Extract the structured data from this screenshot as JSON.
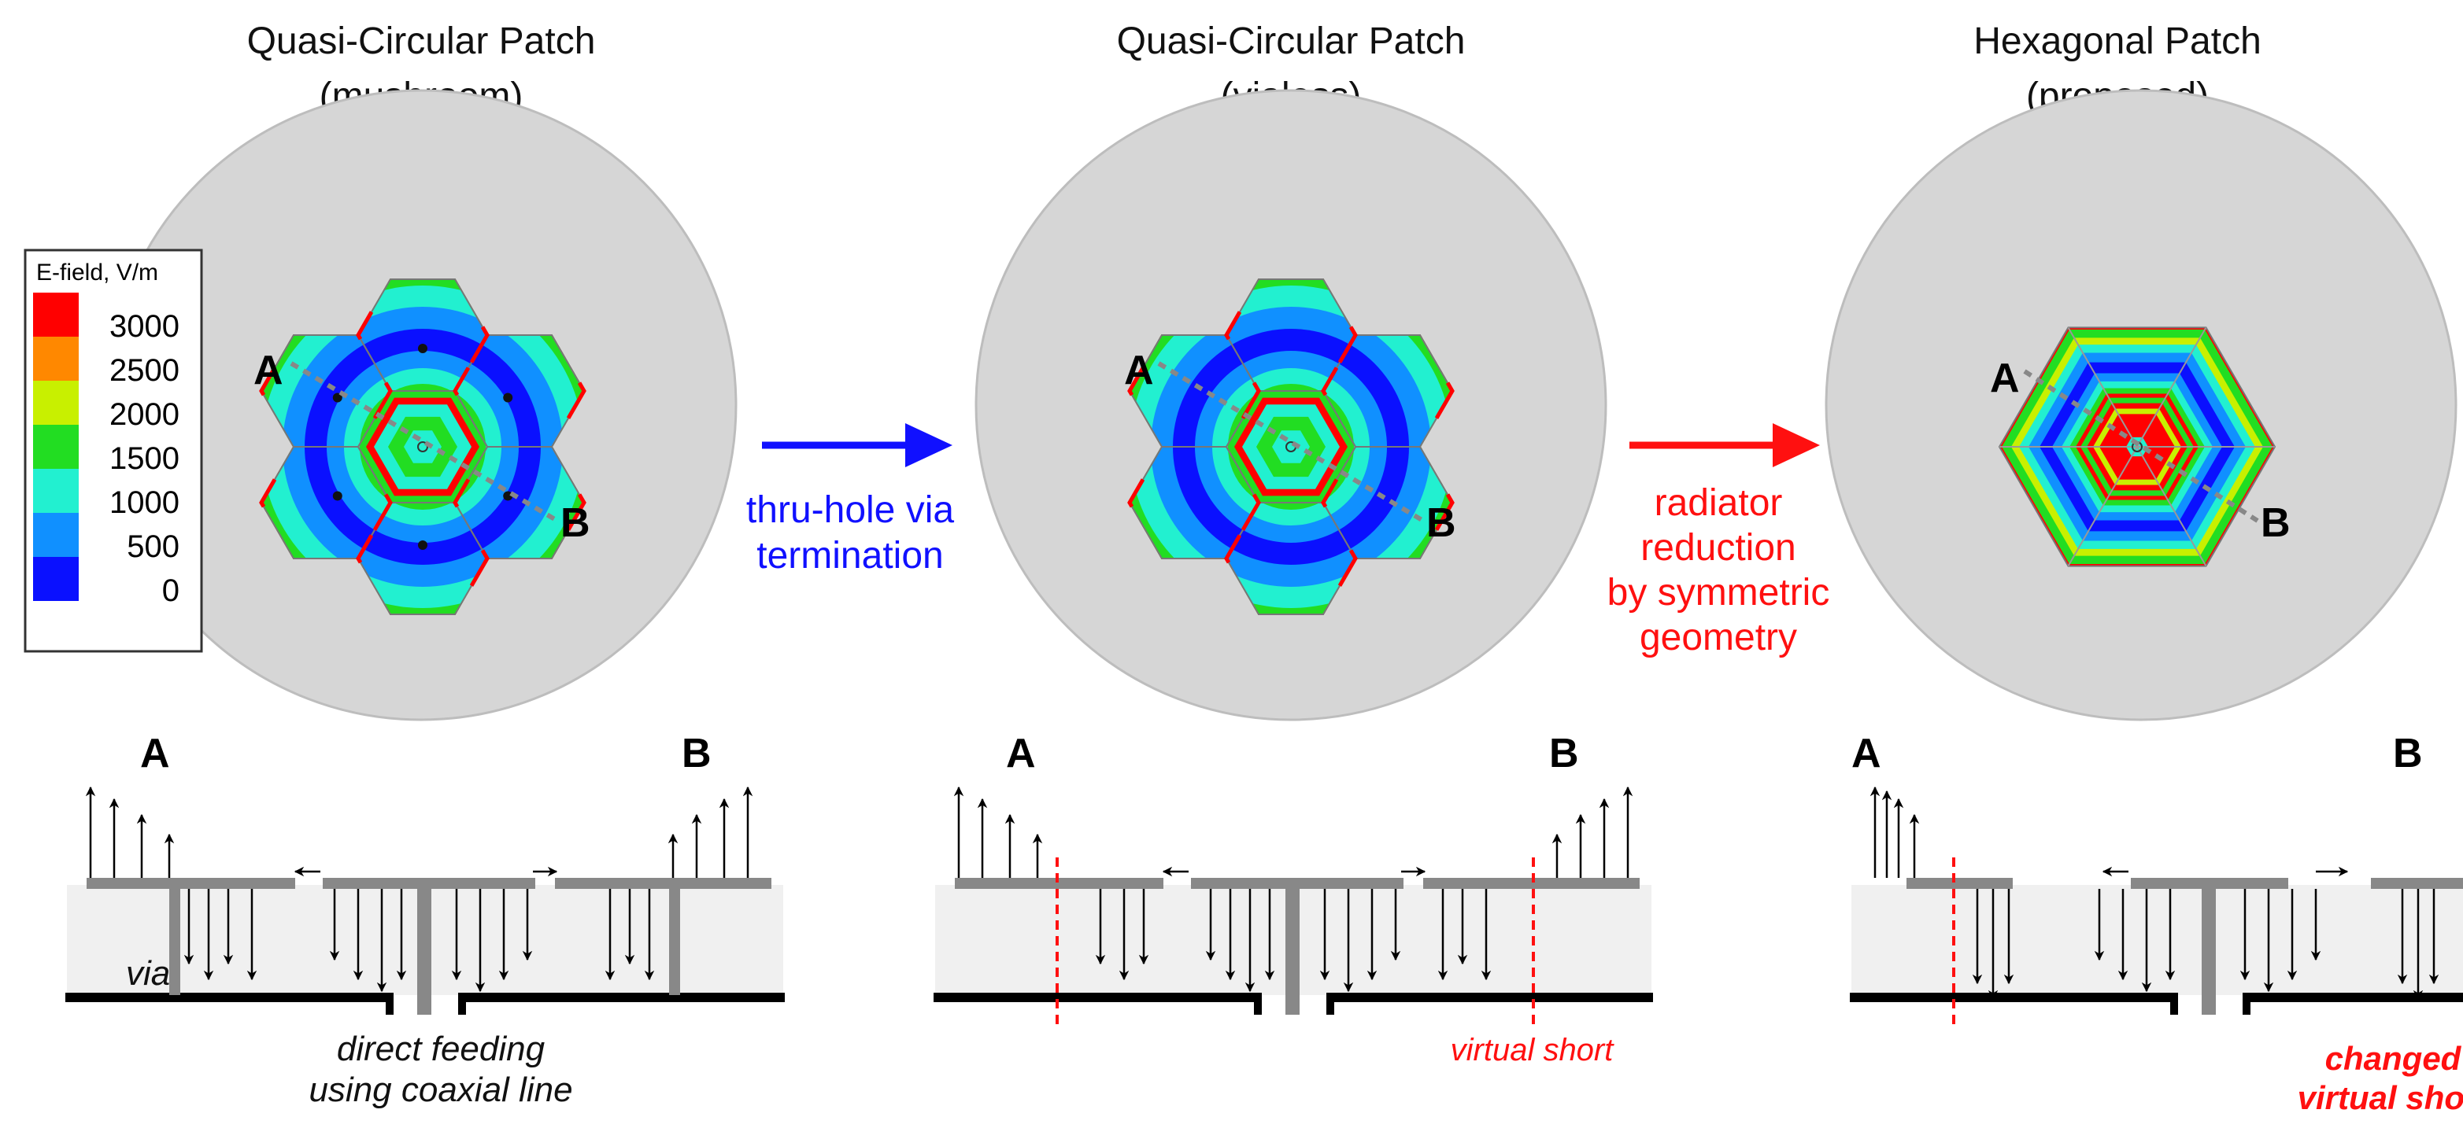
{
  "panels": [
    {
      "title_line1": "Quasi-Circular Patch",
      "title_line2": "(mushroom)",
      "shape": "mushroom"
    },
    {
      "title_line1": "Quasi-Circular Patch",
      "title_line2": "(vialess)",
      "shape": "vialess"
    },
    {
      "title_line1": "Hexagonal Patch",
      "title_line2": "(proposed)",
      "shape": "hexagonal"
    }
  ],
  "labels": {
    "a": "A",
    "b": "B",
    "via": "via"
  },
  "arrows": [
    {
      "line1": "thru-hole via",
      "line2": "termination",
      "color": "#1010ff"
    },
    {
      "line1": "radiator",
      "line2": "reduction",
      "line3": "by symmetric",
      "line4": "geometry",
      "color": "#ff1010"
    }
  ],
  "captions": {
    "feed_line1": "direct feeding",
    "feed_line2": "using coaxial line",
    "virtual_short": "virtual short",
    "changed_line1": "changed",
    "changed_line2": "virtual short"
  },
  "legend": {
    "title": "E-field, V/m",
    "ticks": [
      "3000",
      "2500",
      "2000",
      "1500",
      "1000",
      "500",
      "0"
    ],
    "colors": [
      "#ff0000",
      "#ff8800",
      "#c8f000",
      "#22dd22",
      "#22f0d0",
      "#1090ff",
      "#0a10ff"
    ]
  }
}
